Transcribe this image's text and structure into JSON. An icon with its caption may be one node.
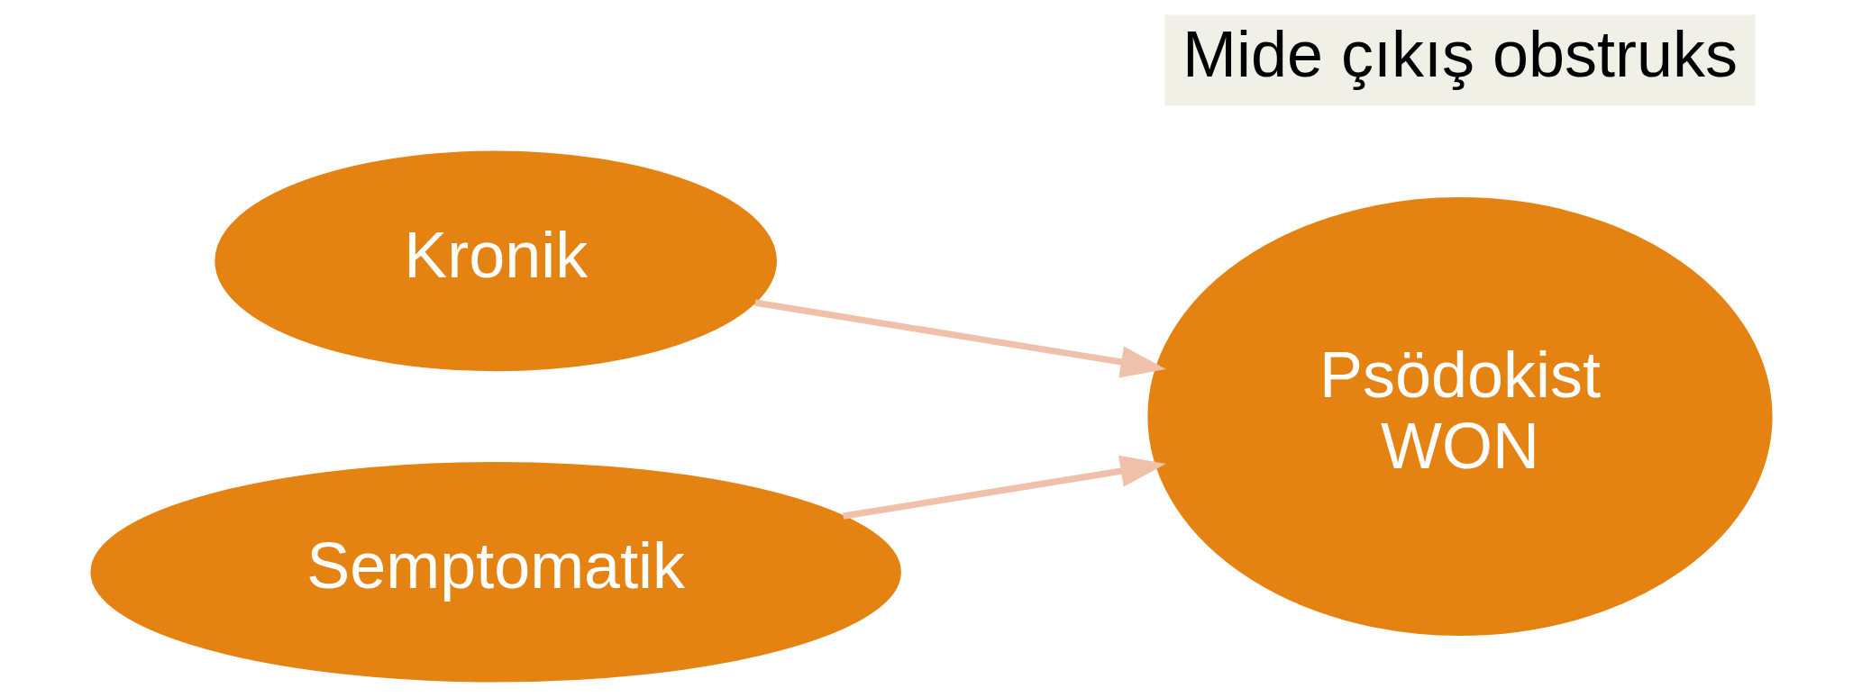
{
  "diagram": {
    "nodes": [
      {
        "text": [
          "Kronik"
        ]
      },
      {
        "text": [
          "Semptomatik"
        ]
      },
      {
        "text": [
          "Psödokist",
          "WON"
        ]
      }
    ],
    "edges": [
      {
        "from": 0,
        "to": 2,
        "arrow": "to"
      },
      {
        "from": 1,
        "to": 2,
        "arrow": "to"
      }
    ],
    "labels": [
      "Mide çıkış obstruks"
    ]
  }
}
